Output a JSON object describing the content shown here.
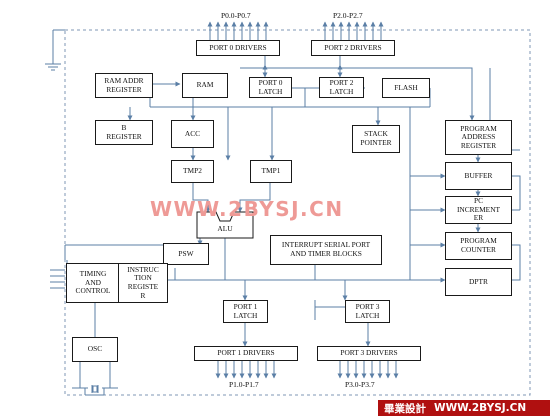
{
  "diagram": {
    "ports": {
      "p0_pins": "P0.0-P0.7",
      "p2_pins": "P2.0-P2.7",
      "p1_pins": "P1.0-P1.7",
      "p3_pins": "P3.0-P3.7"
    },
    "blocks": {
      "port0_drivers": "PORT 0 DRIVERS",
      "port2_drivers": "PORT 2 DRIVERS",
      "ram_addr_register": "RAM ADDR\nREGISTER",
      "ram": "RAM",
      "port0_latch": "PORT 0\nLATCH",
      "port2_latch": "PORT 2\nLATCH",
      "flash": "FLASH",
      "b_register": "B\nREGISTER",
      "acc": "ACC",
      "stack_pointer": "STACK\nPOINTER",
      "program_address_register": "PROGRAM\nADDRESS\nREGISTER",
      "tmp2": "TMP2",
      "tmp1": "TMP1",
      "buffer": "BUFFER",
      "pc_incrementer": "PC\nINCREMENT\nER",
      "alu": "ALU",
      "psw": "PSW",
      "interrupt_serial_timer": "INTERRUPT SERIAL PORT\nAND TIMER BLOCKS",
      "program_counter": "PROGRAM\nCOUNTER",
      "timing_and_control": "TIMING\nAND\nCONTROL",
      "instruction_register": "INSTRUC\nTION\nREGISTE\nR",
      "dptr": "DPTR",
      "port1_latch": "PORT 1\nLATCH",
      "port3_latch": "PORT 3\nLATCH",
      "osc": "OSC",
      "port1_drivers": "PORT 1 DRIVERS",
      "port3_drivers": "PORT 3 DRIVERS"
    },
    "watermark": {
      "main": "WWW.2BYSJ.CN",
      "badge_cn": "畢業設計",
      "badge_url": "WWW.2BYSJ.CN"
    },
    "colors": {
      "bus": "#5b7fa6",
      "border": "#1a1a1a",
      "watermark": "#ee9a96",
      "badge": "#b01010"
    }
  }
}
